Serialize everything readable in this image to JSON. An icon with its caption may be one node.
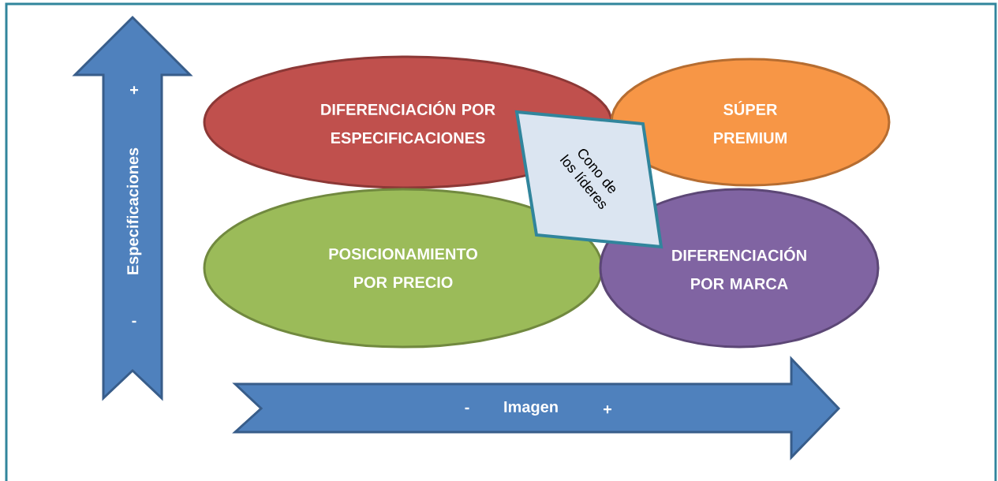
{
  "diagram": {
    "nodes": [
      {
        "text": [
          "+",
          "Especificaciones",
          "-"
        ]
      },
      {
        "text": [
          "DIFERENCIACIÓN POR ESPECIFICACIONES"
        ]
      },
      {
        "text": [
          "SÚPER PREMIUM"
        ]
      },
      {
        "text": [
          "POSICIONAMIENTO POR PRECIO"
        ]
      },
      {
        "text": [
          "DIFERENCIACIÓN POR MARCA"
        ]
      },
      {
        "text": [
          "Cono de los líderes"
        ]
      },
      {
        "text": [
          "-",
          "Imagen",
          "+"
        ]
      }
    ]
  }
}
